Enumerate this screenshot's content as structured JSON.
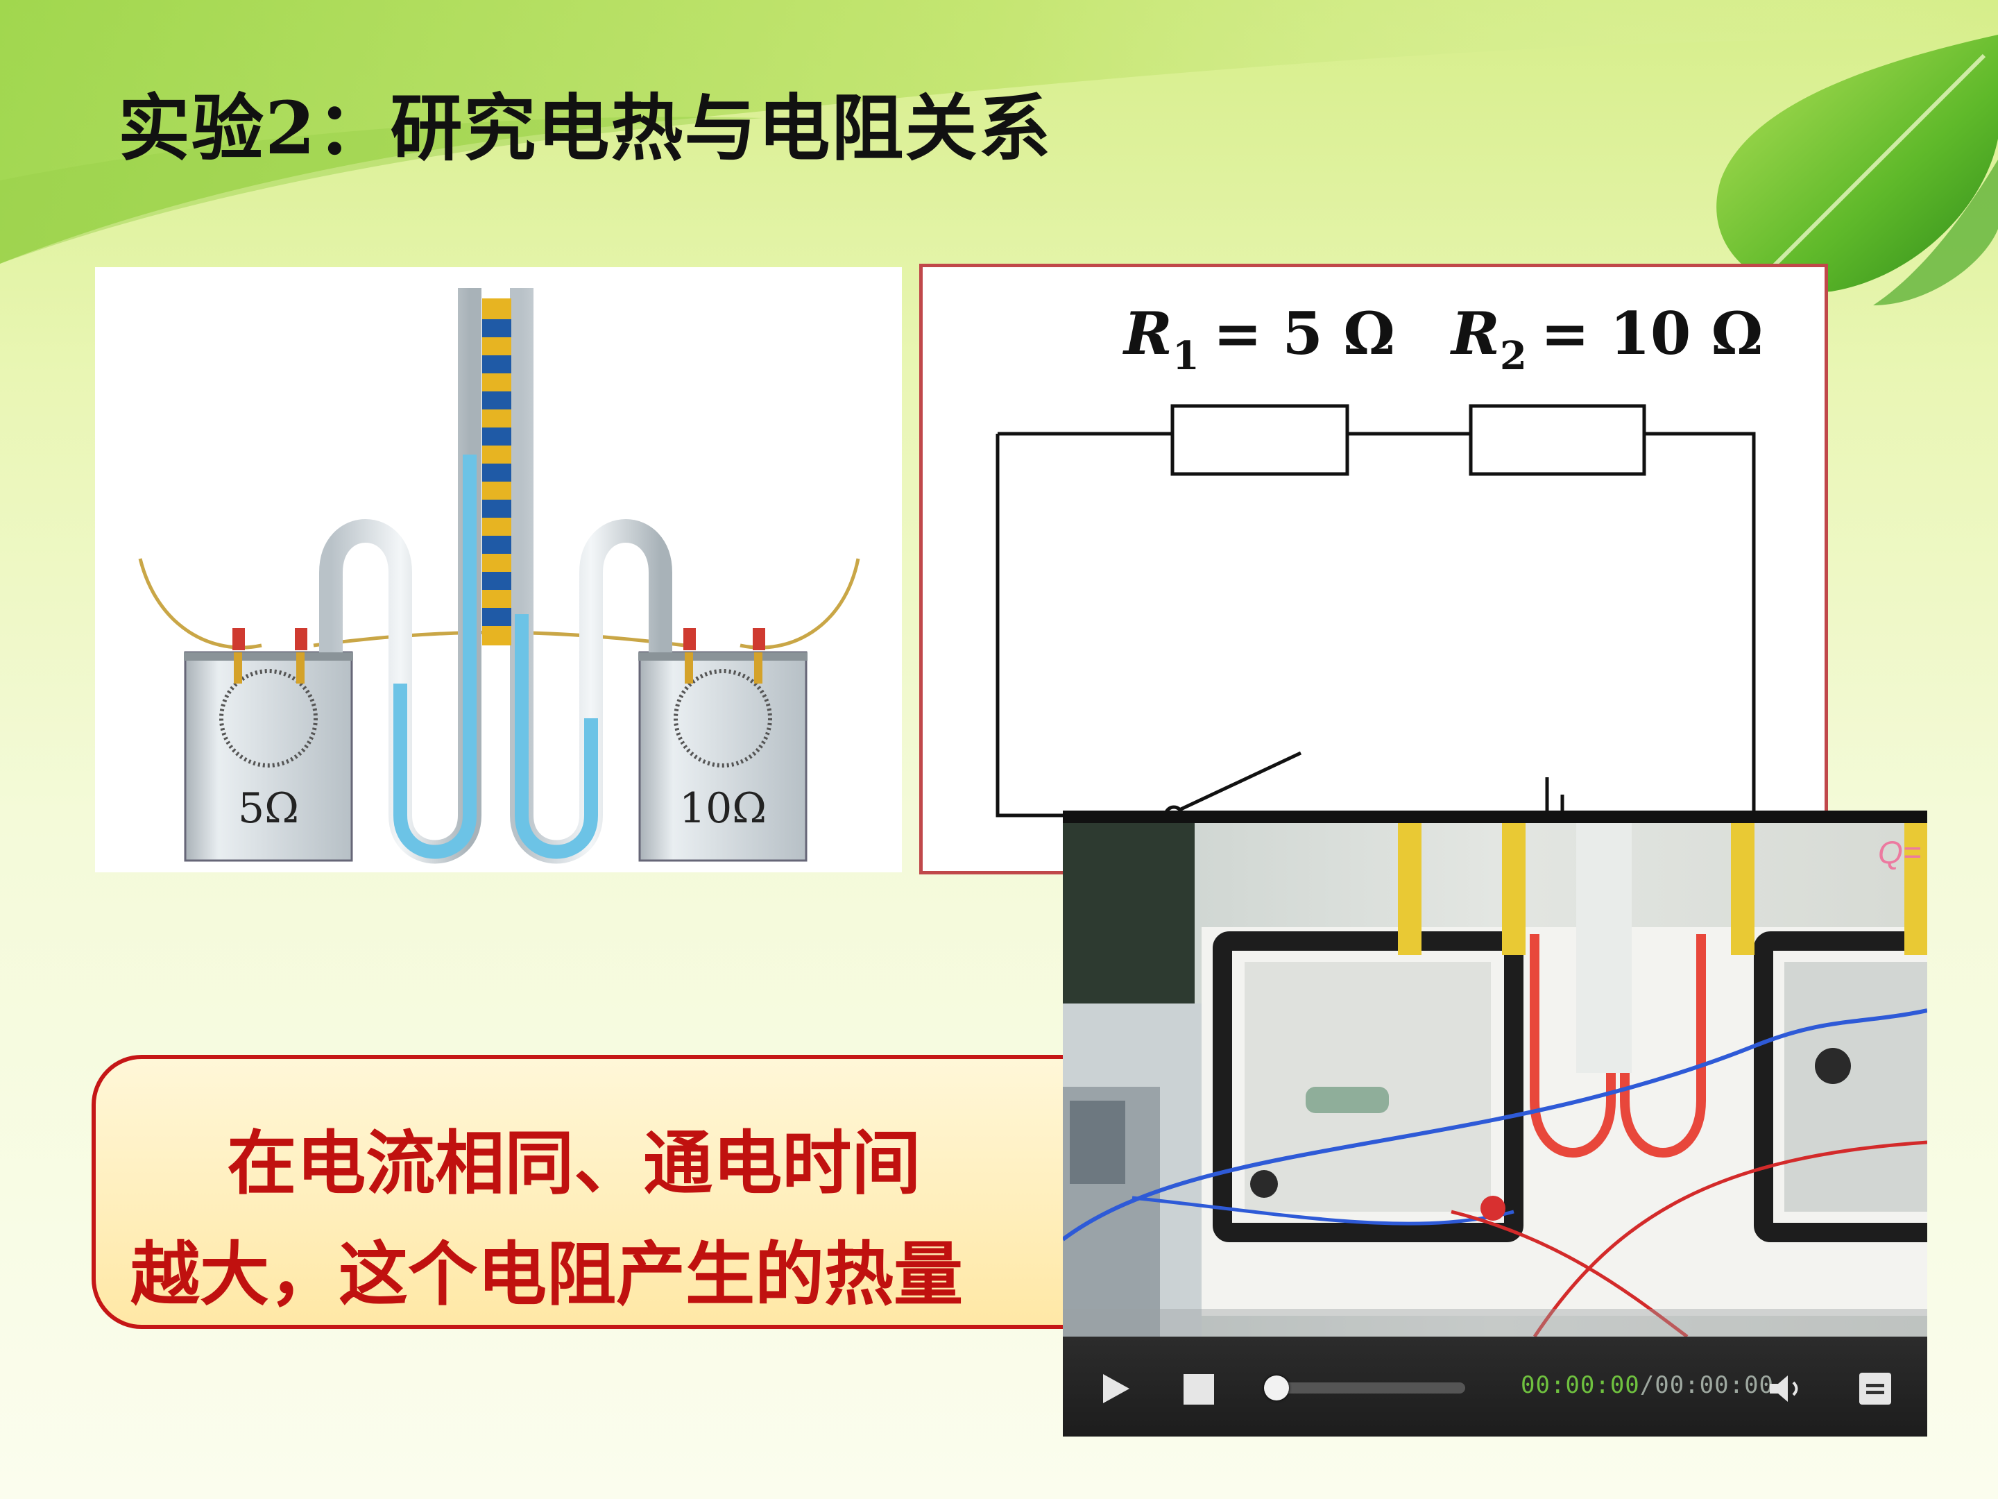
{
  "slide": {
    "title": "实验2：研究电热与电阻关系"
  },
  "apparatus": {
    "left_container_label": "5Ω",
    "right_container_label": "10Ω"
  },
  "circuit": {
    "r1_symbol": "R",
    "r1_subscript": "1",
    "r1_value": "= 5 Ω",
    "r2_symbol": "R",
    "r2_subscript": "2",
    "r2_value": "= 10 Ω"
  },
  "conclusion": {
    "line1": "    在电流相同、通电时间",
    "line2": "越大，这个电阻产生的热量"
  },
  "video": {
    "overlay_label": "Q=",
    "current_time": "00:00:00",
    "total_time": "00:00:00",
    "time_separator": "/",
    "progress": 0.0,
    "controls": [
      "play-icon",
      "stop-icon",
      "volume-icon",
      "menu-icon"
    ]
  },
  "colors": {
    "title": "#111111",
    "conclusion_text": "#c0110f",
    "conclusion_border": "#c51616",
    "circuit_border": "#c0484a",
    "time_current": "#6fc13f"
  }
}
